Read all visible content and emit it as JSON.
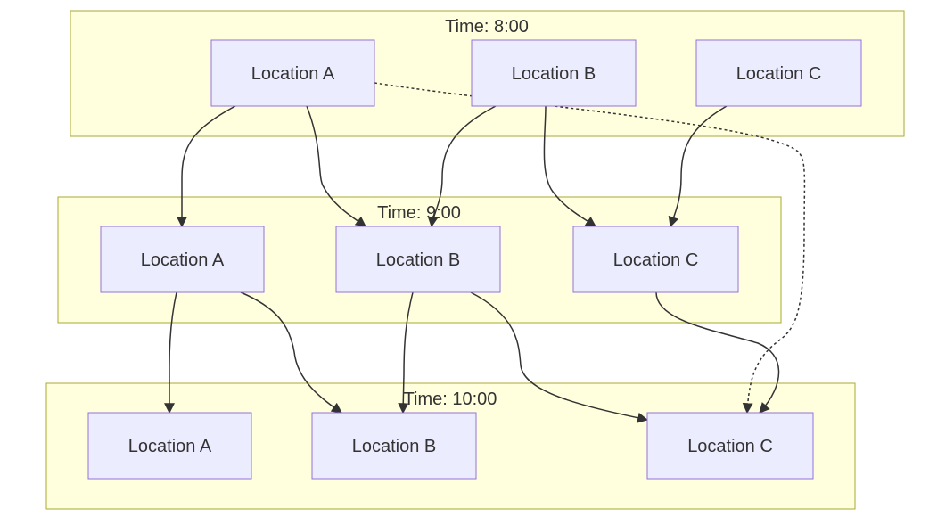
{
  "clusters": [
    {
      "id": "t8",
      "label": "Time: 8:00"
    },
    {
      "id": "t9",
      "label": "Time: 9:00"
    },
    {
      "id": "t10",
      "label": "Time: 10:00"
    }
  ],
  "nodes": [
    {
      "id": "a8",
      "label": "Location A"
    },
    {
      "id": "b8",
      "label": "Location B"
    },
    {
      "id": "c8",
      "label": "Location C"
    },
    {
      "id": "a9",
      "label": "Location A"
    },
    {
      "id": "b9",
      "label": "Location B"
    },
    {
      "id": "c9",
      "label": "Location C"
    },
    {
      "id": "a10",
      "label": "Location A"
    },
    {
      "id": "b10",
      "label": "Location B"
    },
    {
      "id": "c10",
      "label": "Location C"
    }
  ],
  "edges": [
    {
      "from": "a8",
      "to": "a9",
      "style": "solid"
    },
    {
      "from": "a8",
      "to": "b9",
      "style": "solid"
    },
    {
      "from": "b8",
      "to": "b9",
      "style": "solid"
    },
    {
      "from": "b8",
      "to": "c9",
      "style": "solid"
    },
    {
      "from": "c8",
      "to": "c9",
      "style": "solid"
    },
    {
      "from": "a8",
      "to": "c10",
      "style": "dotted"
    },
    {
      "from": "a9",
      "to": "a10",
      "style": "solid"
    },
    {
      "from": "a9",
      "to": "b10",
      "style": "solid"
    },
    {
      "from": "b9",
      "to": "b10",
      "style": "solid"
    },
    {
      "from": "b9",
      "to": "c10",
      "style": "solid"
    },
    {
      "from": "c9",
      "to": "c10",
      "style": "solid"
    }
  ]
}
